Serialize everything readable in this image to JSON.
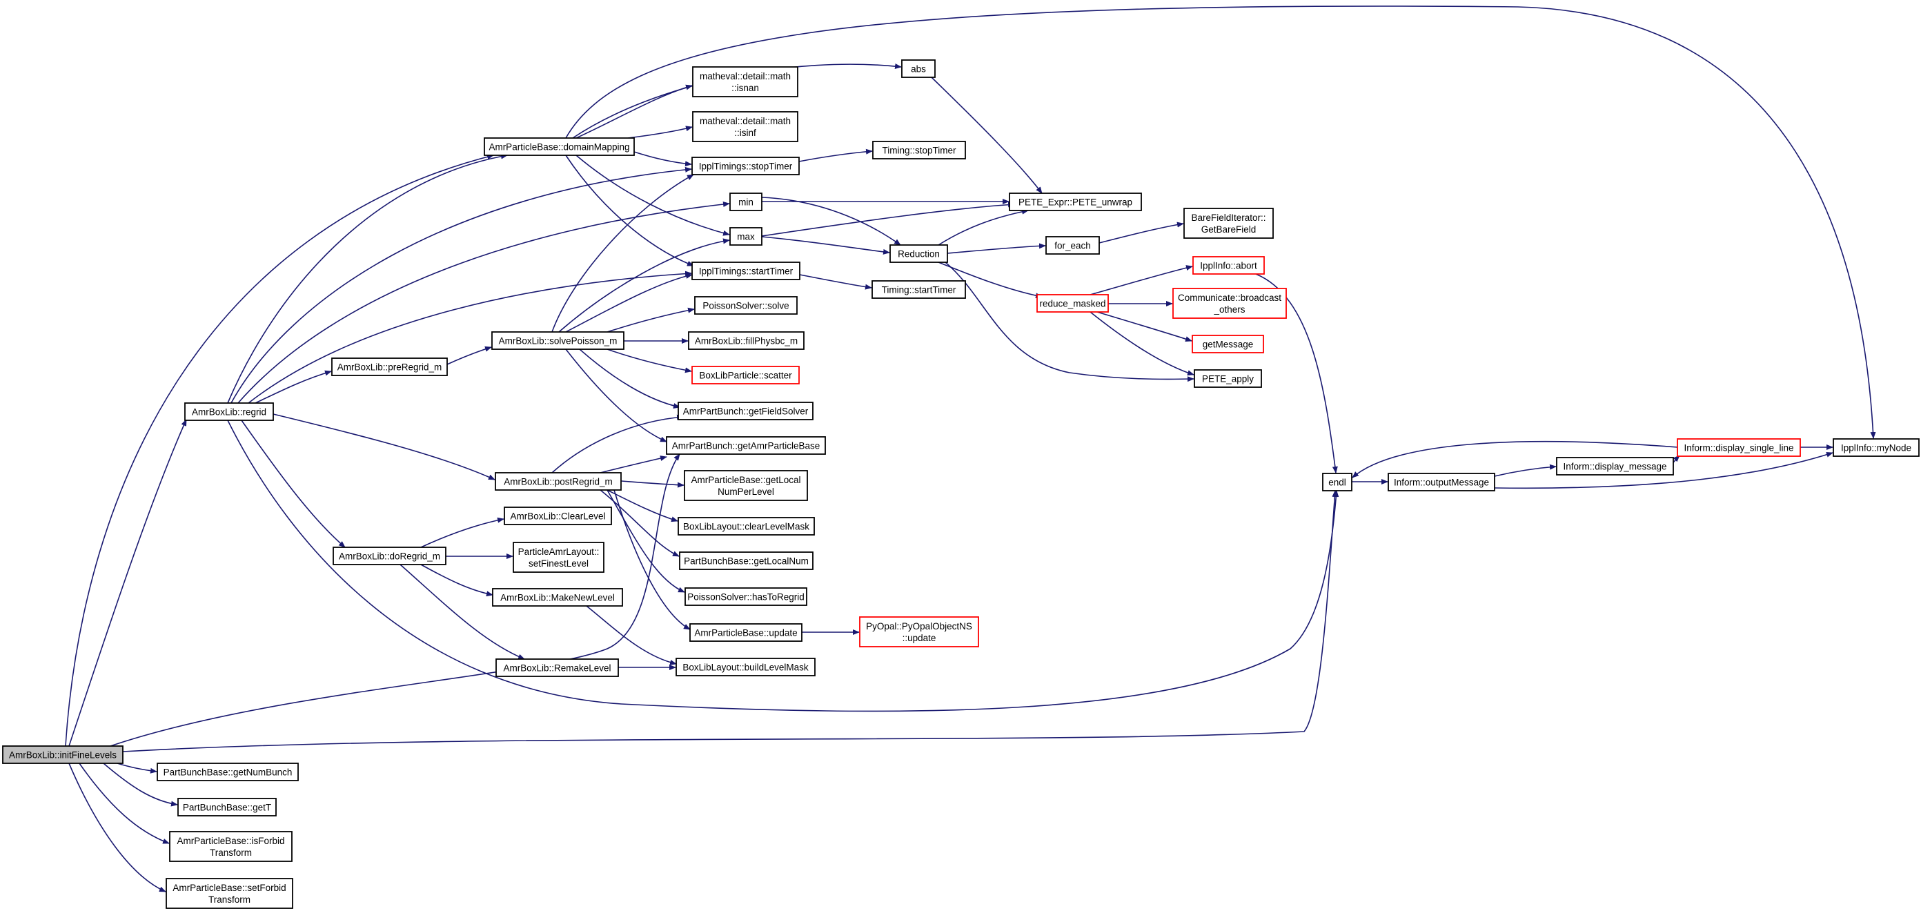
{
  "graph": {
    "nodes": [
      {
        "id": "initFineLevels",
        "lines": [
          "AmrBoxLib::initFineLevels"
        ],
        "root": true
      },
      {
        "id": "regrid",
        "lines": [
          "AmrBoxLib::regrid"
        ]
      },
      {
        "id": "getNumBunch",
        "lines": [
          "PartBunchBase::getNumBunch"
        ]
      },
      {
        "id": "getT",
        "lines": [
          "PartBunchBase::getT"
        ]
      },
      {
        "id": "isForbid",
        "lines": [
          "AmrParticleBase::isForbid",
          "Transform"
        ]
      },
      {
        "id": "setForbid",
        "lines": [
          "AmrParticleBase::setForbid",
          "Transform"
        ]
      },
      {
        "id": "domainMapping",
        "lines": [
          "AmrParticleBase::domainMapping"
        ]
      },
      {
        "id": "preRegrid",
        "lines": [
          "AmrBoxLib::preRegrid_m"
        ]
      },
      {
        "id": "doRegrid",
        "lines": [
          "AmrBoxLib::doRegrid_m"
        ]
      },
      {
        "id": "solvePoisson",
        "lines": [
          "AmrBoxLib::solvePoisson_m"
        ]
      },
      {
        "id": "postRegrid",
        "lines": [
          "AmrBoxLib::postRegrid_m"
        ]
      },
      {
        "id": "clearLevel",
        "lines": [
          "AmrBoxLib::ClearLevel"
        ]
      },
      {
        "id": "setFinestLevel",
        "lines": [
          "ParticleAmrLayout::",
          "setFinestLevel"
        ]
      },
      {
        "id": "makeNewLevel",
        "lines": [
          "AmrBoxLib::MakeNewLevel"
        ]
      },
      {
        "id": "remakeLevel",
        "lines": [
          "AmrBoxLib::RemakeLevel"
        ]
      },
      {
        "id": "isnan",
        "lines": [
          "matheval::detail::math",
          "::isnan"
        ]
      },
      {
        "id": "isinf",
        "lines": [
          "matheval::detail::math",
          "::isinf"
        ]
      },
      {
        "id": "stopTimer",
        "lines": [
          "IpplTimings::stopTimer"
        ]
      },
      {
        "id": "min",
        "lines": [
          "min"
        ]
      },
      {
        "id": "max",
        "lines": [
          "max"
        ]
      },
      {
        "id": "startTimer",
        "lines": [
          "IpplTimings::startTimer"
        ]
      },
      {
        "id": "psSolve",
        "lines": [
          "PoissonSolver::solve"
        ]
      },
      {
        "id": "fillPhysbc",
        "lines": [
          "AmrBoxLib::fillPhysbc_m"
        ]
      },
      {
        "id": "scatter",
        "lines": [
          "BoxLibParticle::scatter"
        ],
        "red": true
      },
      {
        "id": "getFieldSolver",
        "lines": [
          "AmrPartBunch::getFieldSolver"
        ]
      },
      {
        "id": "getAmrParticleBase",
        "lines": [
          "AmrPartBunch::getAmrParticleBase"
        ]
      },
      {
        "id": "getLocalNumPerLevel",
        "lines": [
          "AmrParticleBase::getLocal",
          "NumPerLevel"
        ]
      },
      {
        "id": "clearLevelMask",
        "lines": [
          "BoxLibLayout::clearLevelMask"
        ]
      },
      {
        "id": "getLocalNum",
        "lines": [
          "PartBunchBase::getLocalNum"
        ]
      },
      {
        "id": "hasToRegrid",
        "lines": [
          "PoissonSolver::hasToRegrid"
        ]
      },
      {
        "id": "apbUpdate",
        "lines": [
          "AmrParticleBase::update"
        ]
      },
      {
        "id": "buildLevelMask",
        "lines": [
          "BoxLibLayout::buildLevelMask"
        ]
      },
      {
        "id": "abs",
        "lines": [
          "abs"
        ]
      },
      {
        "id": "timingStop",
        "lines": [
          "Timing::stopTimer"
        ]
      },
      {
        "id": "timingStart",
        "lines": [
          "Timing::startTimer"
        ]
      },
      {
        "id": "reduction",
        "lines": [
          "Reduction"
        ]
      },
      {
        "id": "pyUpdate",
        "lines": [
          "PyOpal::PyOpalObjectNS",
          "::update"
        ],
        "red": true
      },
      {
        "id": "peteUnwrap",
        "lines": [
          "PETE_Expr::PETE_unwrap"
        ]
      },
      {
        "id": "forEach",
        "lines": [
          "for_each"
        ]
      },
      {
        "id": "reduceMasked",
        "lines": [
          "reduce_masked"
        ],
        "red": true
      },
      {
        "id": "bareField",
        "lines": [
          "BareFieldIterator::",
          "GetBareField"
        ]
      },
      {
        "id": "ipplAbort",
        "lines": [
          "IpplInfo::abort"
        ],
        "red": true
      },
      {
        "id": "broadcast",
        "lines": [
          "Communicate::broadcast",
          "_others"
        ],
        "red": true
      },
      {
        "id": "getMessage",
        "lines": [
          "getMessage"
        ],
        "red": true
      },
      {
        "id": "peteApply",
        "lines": [
          "PETE_apply"
        ]
      },
      {
        "id": "endl",
        "lines": [
          "endl"
        ]
      },
      {
        "id": "outputMessage",
        "lines": [
          "Inform::outputMessage"
        ]
      },
      {
        "id": "displayMessage",
        "lines": [
          "Inform::display_message"
        ]
      },
      {
        "id": "displaySingle",
        "lines": [
          "Inform::display_single_line"
        ],
        "red": true
      },
      {
        "id": "myNode",
        "lines": [
          "IpplInfo::myNode"
        ]
      }
    ],
    "edges": [
      [
        "initFineLevels",
        "regrid"
      ],
      [
        "initFineLevels",
        "getNumBunch"
      ],
      [
        "initFineLevels",
        "getT"
      ],
      [
        "initFineLevels",
        "isForbid"
      ],
      [
        "initFineLevels",
        "setForbid"
      ],
      [
        "initFineLevels",
        "domainMapping"
      ],
      [
        "initFineLevels",
        "getAmrParticleBase"
      ],
      [
        "initFineLevels",
        "endl"
      ],
      [
        "regrid",
        "domainMapping"
      ],
      [
        "regrid",
        "stopTimer"
      ],
      [
        "regrid",
        "min"
      ],
      [
        "regrid",
        "startTimer"
      ],
      [
        "regrid",
        "preRegrid"
      ],
      [
        "regrid",
        "postRegrid"
      ],
      [
        "regrid",
        "doRegrid"
      ],
      [
        "regrid",
        "endl"
      ],
      [
        "domainMapping",
        "abs"
      ],
      [
        "domainMapping",
        "isnan"
      ],
      [
        "domainMapping",
        "isinf"
      ],
      [
        "domainMapping",
        "stopTimer"
      ],
      [
        "domainMapping",
        "max"
      ],
      [
        "domainMapping",
        "startTimer"
      ],
      [
        "domainMapping",
        "myNode"
      ],
      [
        "preRegrid",
        "solvePoisson"
      ],
      [
        "solvePoisson",
        "stopTimer"
      ],
      [
        "solvePoisson",
        "max"
      ],
      [
        "solvePoisson",
        "startTimer"
      ],
      [
        "solvePoisson",
        "psSolve"
      ],
      [
        "solvePoisson",
        "fillPhysbc"
      ],
      [
        "solvePoisson",
        "scatter"
      ],
      [
        "solvePoisson",
        "getFieldSolver"
      ],
      [
        "solvePoisson",
        "getAmrParticleBase"
      ],
      [
        "postRegrid",
        "getFieldSolver"
      ],
      [
        "postRegrid",
        "getAmrParticleBase"
      ],
      [
        "postRegrid",
        "getLocalNumPerLevel"
      ],
      [
        "postRegrid",
        "clearLevelMask"
      ],
      [
        "postRegrid",
        "getLocalNum"
      ],
      [
        "postRegrid",
        "hasToRegrid"
      ],
      [
        "postRegrid",
        "apbUpdate"
      ],
      [
        "doRegrid",
        "clearLevel"
      ],
      [
        "doRegrid",
        "setFinestLevel"
      ],
      [
        "doRegrid",
        "makeNewLevel"
      ],
      [
        "doRegrid",
        "remakeLevel"
      ],
      [
        "makeNewLevel",
        "buildLevelMask"
      ],
      [
        "remakeLevel",
        "buildLevelMask"
      ],
      [
        "apbUpdate",
        "pyUpdate"
      ],
      [
        "abs",
        "peteUnwrap"
      ],
      [
        "stopTimer",
        "timingStop"
      ],
      [
        "startTimer",
        "timingStart"
      ],
      [
        "min",
        "peteUnwrap"
      ],
      [
        "min",
        "reduction"
      ],
      [
        "max",
        "peteUnwrap"
      ],
      [
        "max",
        "reduction"
      ],
      [
        "reduction",
        "peteUnwrap"
      ],
      [
        "reduction",
        "forEach"
      ],
      [
        "reduction",
        "reduceMasked"
      ],
      [
        "reduction",
        "peteApply"
      ],
      [
        "forEach",
        "bareField"
      ],
      [
        "reduceMasked",
        "ipplAbort"
      ],
      [
        "reduceMasked",
        "broadcast"
      ],
      [
        "reduceMasked",
        "getMessage"
      ],
      [
        "reduceMasked",
        "peteApply"
      ],
      [
        "ipplAbort",
        "endl"
      ],
      [
        "endl",
        "outputMessage"
      ],
      [
        "outputMessage",
        "displayMessage"
      ],
      [
        "outputMessage",
        "myNode"
      ],
      [
        "displayMessage",
        "displaySingle"
      ],
      [
        "displaySingle",
        "myNode"
      ],
      [
        "displaySingle",
        "endl"
      ]
    ]
  }
}
